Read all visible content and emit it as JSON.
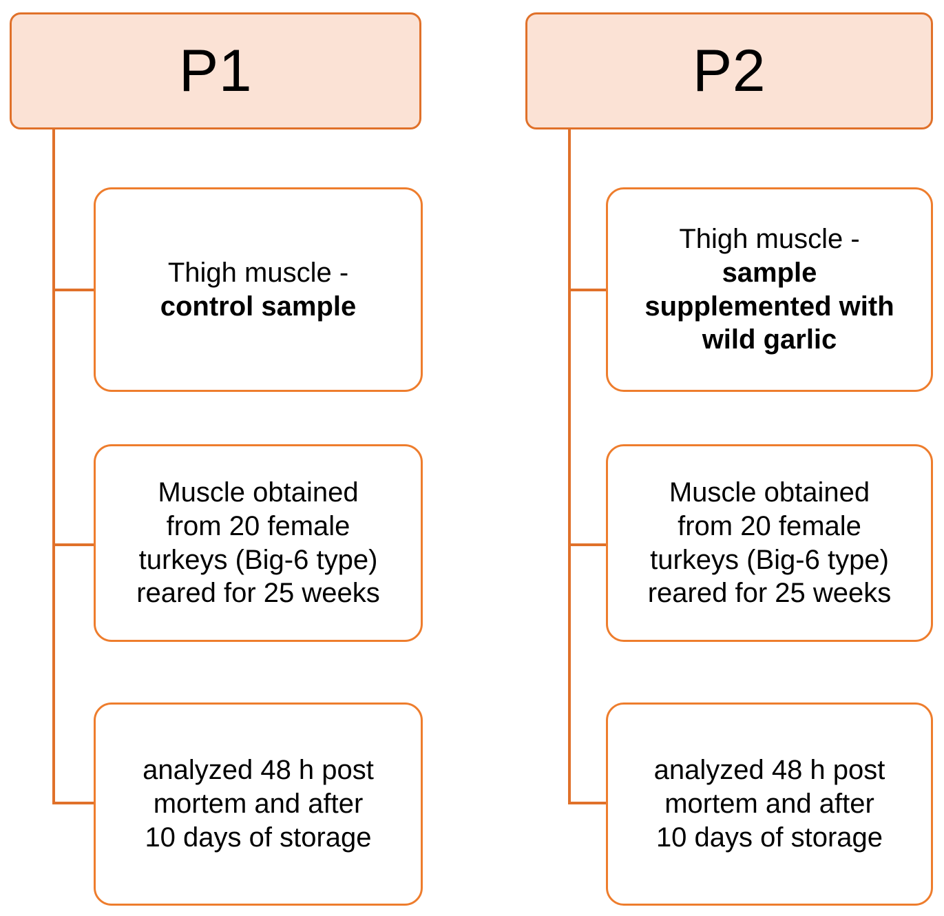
{
  "diagram": {
    "type": "flowchart",
    "title": "",
    "colors": {
      "header_fill": "#FBE2D5",
      "header_border": "#E0712A",
      "card_border": "#EE7D2D",
      "card_fill": "#FFFFFF",
      "connector": "#E0712A",
      "text": "#000000"
    },
    "branches": [
      {
        "id": "P1",
        "header_label": "P1",
        "nodes": [
          {
            "id": "p1-sample",
            "name": "sample-description",
            "line_1": "Thigh muscle  -",
            "line_2": "control sample",
            "line_2_bold": true
          },
          {
            "id": "p1-origin",
            "name": "muscle-origin",
            "line_1": "Muscle obtained\nfrom 20 female\nturkeys (Big-6 type)\nreared for 25 weeks",
            "line_2": "",
            "line_2_bold": false
          },
          {
            "id": "p1-analysis",
            "name": "analysis-timing",
            "line_1": "analyzed 48 h post\nmortem and after\n10 days of storage",
            "line_2": "",
            "line_2_bold": false
          }
        ]
      },
      {
        "id": "P2",
        "header_label": "P2",
        "nodes": [
          {
            "id": "p2-sample",
            "name": "sample-description",
            "line_1": "Thigh muscle -",
            "line_2": "sample\nsupplemented with\nwild garlic",
            "line_2_bold": true
          },
          {
            "id": "p2-origin",
            "name": "muscle-origin",
            "line_1": "Muscle obtained\nfrom 20 female\nturkeys (Big-6 type)\nreared for 25 weeks",
            "line_2": "",
            "line_2_bold": false
          },
          {
            "id": "p2-analysis",
            "name": "analysis-timing",
            "line_1": "analyzed 48 h post\nmortem and after\n10 days of storage",
            "line_2": "",
            "line_2_bold": false
          }
        ]
      }
    ]
  }
}
